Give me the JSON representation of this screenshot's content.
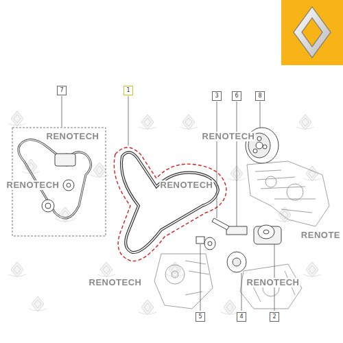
{
  "diagram": {
    "labels": [
      "7",
      "1",
      "3",
      "6",
      "8",
      "RENOTECH",
      "RENOTECH",
      "RENOTECH",
      "RENOTECH",
      "RENOTE",
      "RENOTECH",
      "RENOTECH",
      "5",
      "4",
      "2"
    ]
  }
}
